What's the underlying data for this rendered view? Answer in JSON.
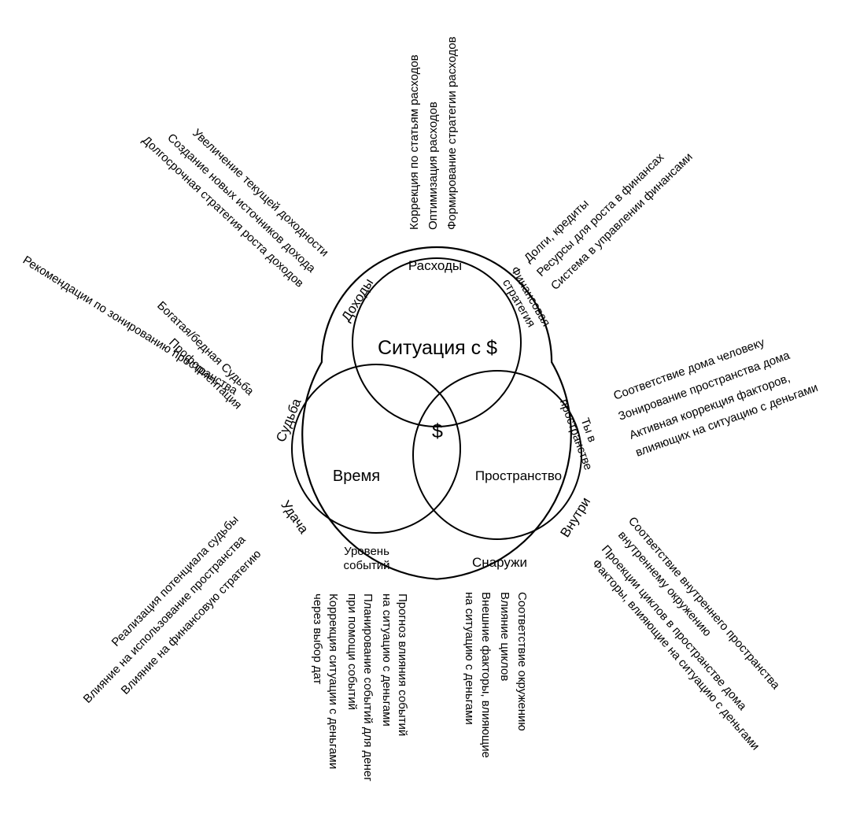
{
  "center": {
    "situation": "Ситуация с $",
    "time": "Время",
    "space": "Пространство",
    "dollar": "$"
  },
  "ring_labels": {
    "income": "Доходы",
    "expenses": "Расходы",
    "fin_strategy_1": "Финансовая",
    "fin_strategy_2": "стратегия",
    "fate": "Судьба",
    "luck": "Удача",
    "events_1": "Уровень",
    "events_2": "событий",
    "outside": "Снаружи",
    "inside": "Внутри",
    "you_space_1": "Ты в",
    "you_space_2": "пространстве"
  },
  "notes": {
    "expenses": [
      "Коррекция по статьям расходов",
      "Оптимизация расходов",
      "Формирование стратегии расходов"
    ],
    "income": [
      "Увеличение текущей доходности",
      "Создание новых источников дохода",
      "Долгосрочная стратегия роста доходов"
    ],
    "strategy": [
      "Долги, кредиты",
      "Ресурсы для роста в финансах",
      "Система в управлении финансами"
    ],
    "fate_a": "Рекомендации по зонированию пространства",
    "fate_b": [
      "Богатая/бедная Судьба",
      "Профориентация"
    ],
    "you_space": [
      "Соответствие дома человеку",
      "Зонирование пространства дома",
      "Активная коррекция факторов,",
      "влияющих на ситуацию с деньгами"
    ],
    "inside": [
      "Соответствие внутреннего пространства",
      "внутреннему окружению",
      "Проекции циклов в пространстве дома",
      "Факторы, влияющие на ситуацию с деньгами"
    ],
    "luck": [
      "Реализация потенциала судьбы",
      "Влияние на использование пространства",
      "Влияние на финансовую стратегию"
    ],
    "events": [
      "Прогноз влияния событий",
      "на ситуацию с деньгами",
      "Планирование событий для денег",
      "при помощи событий",
      "Коррекция ситуации с деньгами",
      "через выбор дат"
    ],
    "outside": [
      "Соответствие окружению",
      "Влияние циклов",
      "Внешние факторы, влияющие",
      "на ситуацию с деньгами"
    ]
  }
}
